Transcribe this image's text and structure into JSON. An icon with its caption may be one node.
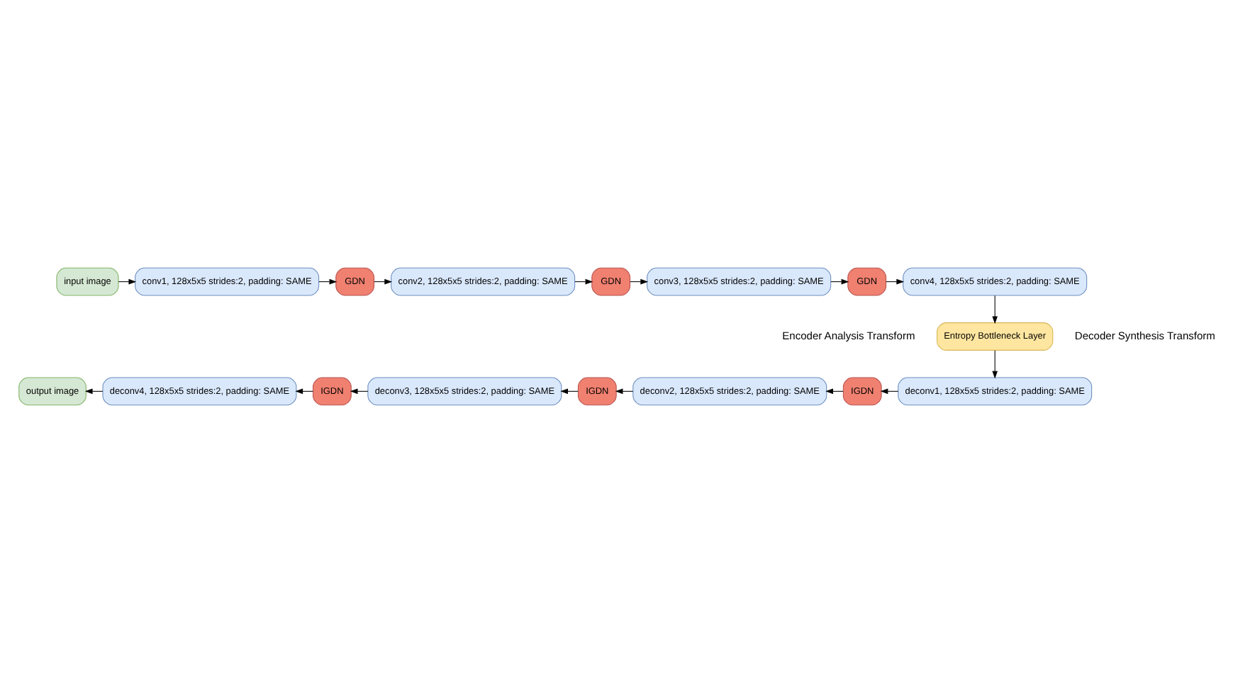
{
  "diagram": {
    "nodes": [
      {
        "text": [
          "input image"
        ]
      },
      {
        "text": [
          "conv1, 128x5x5 strides:2, padding: SAME"
        ]
      },
      {
        "text": [
          "GDN"
        ]
      },
      {
        "text": [
          "conv2, 128x5x5 strides:2, padding: SAME"
        ]
      },
      {
        "text": [
          "GDN"
        ]
      },
      {
        "text": [
          "conv3, 128x5x5 strides:2, padding: SAME"
        ]
      },
      {
        "text": [
          "GDN"
        ]
      },
      {
        "text": [
          "conv4, 128x5x5 strides:2, padding: SAME"
        ]
      },
      {
        "text": [
          "Entropy Bottleneck Layer"
        ]
      },
      {
        "text": [
          "deconv1, 128x5x5 strides:2, padding: SAME"
        ]
      },
      {
        "text": [
          "IGDN"
        ]
      },
      {
        "text": [
          "deconv2, 128x5x5 strides:2, padding: SAME"
        ]
      },
      {
        "text": [
          "IGDN"
        ]
      },
      {
        "text": [
          "deconv3, 128x5x5 strides:2, padding: SAME"
        ]
      },
      {
        "text": [
          "IGDN"
        ]
      },
      {
        "text": [
          "deconv4, 128x5x5 strides:2, padding: SAME"
        ]
      },
      {
        "text": [
          "output image"
        ]
      }
    ],
    "edges": [
      {
        "from": 0,
        "to": 1,
        "arrow": "to"
      },
      {
        "from": 1,
        "to": 2,
        "arrow": "to"
      },
      {
        "from": 2,
        "to": 3,
        "arrow": "to"
      },
      {
        "from": 3,
        "to": 4,
        "arrow": "to"
      },
      {
        "from": 4,
        "to": 5,
        "arrow": "to"
      },
      {
        "from": 5,
        "to": 6,
        "arrow": "to"
      },
      {
        "from": 6,
        "to": 7,
        "arrow": "to"
      },
      {
        "from": 7,
        "to": 8,
        "arrow": "to"
      },
      {
        "from": 8,
        "to": 9,
        "arrow": "to"
      },
      {
        "from": 9,
        "to": 10,
        "arrow": "to"
      },
      {
        "from": 10,
        "to": 11,
        "arrow": "to"
      },
      {
        "from": 11,
        "to": 12,
        "arrow": "to"
      },
      {
        "from": 12,
        "to": 13,
        "arrow": "to"
      },
      {
        "from": 13,
        "to": 14,
        "arrow": "to"
      },
      {
        "from": 14,
        "to": 15,
        "arrow": "to"
      },
      {
        "from": 15,
        "to": 16,
        "arrow": "to"
      }
    ],
    "labels": [
      "Encoder Analysis Transform",
      "Decoder Synthesis Transform"
    ]
  }
}
